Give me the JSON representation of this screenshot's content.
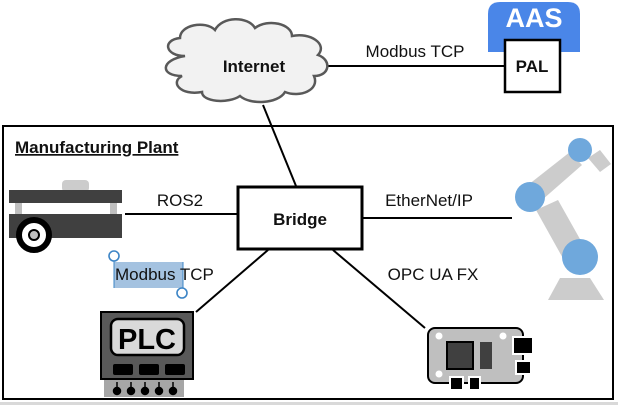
{
  "diagram": {
    "internet": {
      "label": "Internet"
    },
    "aas": {
      "badge": "AAS",
      "box_label": "PAL"
    },
    "internet_to_pal_link": {
      "label": "Modbus TCP"
    },
    "plant": {
      "title": "Manufacturing Plant"
    },
    "bridge": {
      "label": "Bridge"
    },
    "links": {
      "ros2": "ROS2",
      "ethernet_ip": "EtherNet/IP",
      "modbus_tcp_plc": {
        "selected": "Modbus",
        "rest": " TCP"
      },
      "opc_ua_fx": "OPC UA FX"
    },
    "plc": {
      "label": "PLC"
    },
    "colors": {
      "aas_blue": "#4a86e8",
      "robot_blue": "#6fa8dc",
      "robot_gray": "#cccccc",
      "cloud_fill": "#f2f2f2",
      "cloud_stroke": "#595959",
      "selection": "#a4c2e0",
      "handle": "#3d85c6"
    }
  }
}
